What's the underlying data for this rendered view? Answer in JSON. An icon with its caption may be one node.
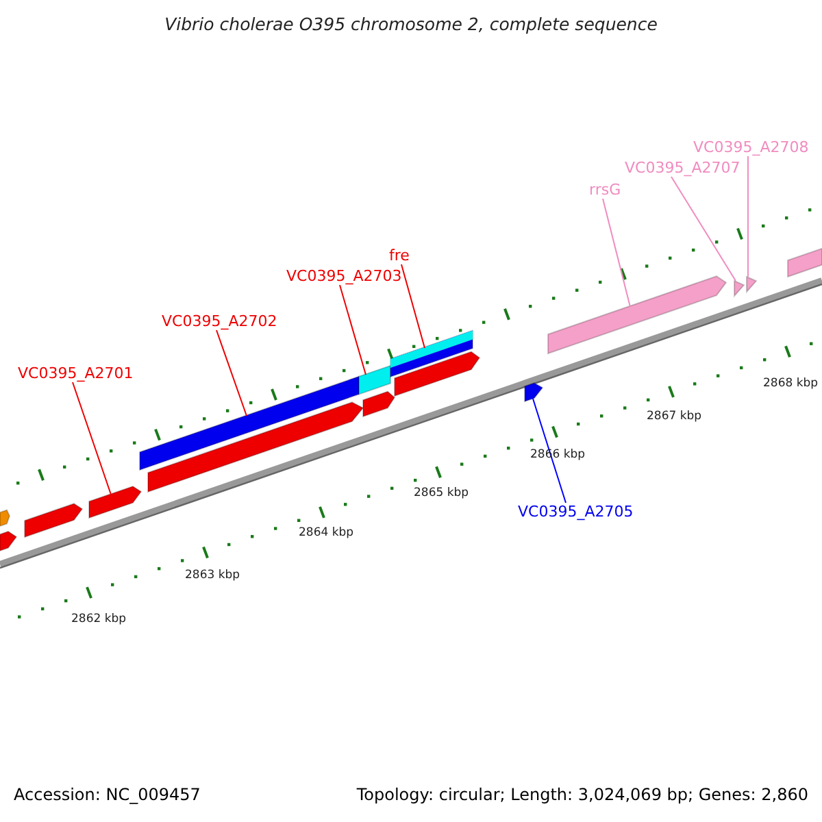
{
  "diagram": {
    "title": "Vibrio cholerae O395 chromosome 2, complete sequence",
    "nodes": [
      {
        "text": [
          "VC0395_A2701"
        ]
      },
      {
        "text": [
          "VC0395_A2702"
        ]
      },
      {
        "text": [
          "VC0395_A2703"
        ]
      },
      {
        "text": [
          "fre"
        ]
      },
      {
        "text": [
          "rrsG"
        ]
      },
      {
        "text": [
          "VC0395_A2707"
        ]
      },
      {
        "text": [
          "VC0395_A2708"
        ]
      },
      {
        "text": [
          "VC0395_A2705"
        ]
      },
      {
        "text": [],
        "shape": "arrow"
      },
      {
        "text": [],
        "shape": "bar"
      },
      {
        "text": [],
        "shape": "bar"
      },
      {
        "text": [],
        "shape": "bar"
      },
      {
        "text": [],
        "shape": "arrow"
      },
      {
        "text": [],
        "shape": "arrow"
      },
      {
        "text": [],
        "shape": "arrow"
      },
      {
        "text": [],
        "shape": "arrow"
      },
      {
        "text": [],
        "shape": "arrow"
      },
      {
        "text": [],
        "shape": "arrow"
      },
      {
        "text": [],
        "shape": "arrow"
      },
      {
        "text": [],
        "shape": "arrow"
      },
      {
        "text": [],
        "shape": "arrow"
      },
      {
        "text": [],
        "shape": "arrow"
      },
      {
        "text": [],
        "shape": "bar"
      }
    ],
    "edges": [
      {
        "from": 0,
        "to": 8,
        "arrow": "none"
      },
      {
        "from": 1,
        "to": 9,
        "arrow": "none"
      },
      {
        "from": 2,
        "to": 10,
        "arrow": "none"
      },
      {
        "from": 3,
        "to": 11,
        "arrow": "none"
      },
      {
        "from": 4,
        "to": 12,
        "arrow": "none",
        "color": "#f08cc0"
      },
      {
        "from": 5,
        "to": 13,
        "arrow": "none",
        "color": "#f08cc0"
      },
      {
        "from": 6,
        "to": 14,
        "arrow": "none",
        "color": "#f08cc0"
      },
      {
        "from": 7,
        "to": 15,
        "arrow": "none",
        "color": "#0000ff"
      }
    ],
    "labels": [
      "2868 kbp",
      "2867 kbp",
      "2866 kbp",
      "2865 kbp",
      "2864 kbp",
      "2863 kbp",
      "2862 kbp",
      "Accession: NC_009457",
      "Topology: circular; Length: 3,024,069 bp; Genes: 2,860"
    ]
  }
}
